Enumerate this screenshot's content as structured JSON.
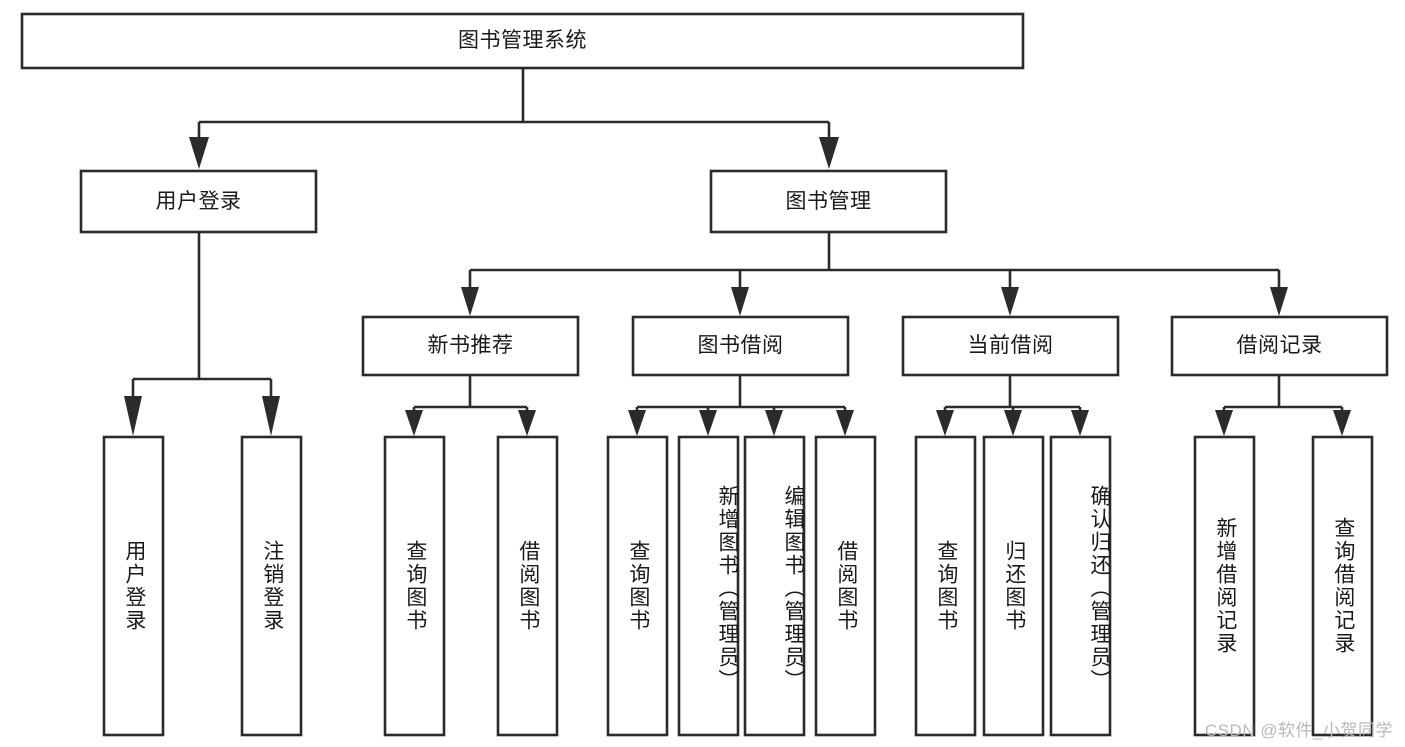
{
  "diagram": {
    "type": "tree",
    "title": "图书管理系统",
    "root": {
      "id": "root",
      "label": "图书管理系统",
      "orientation": "horizontal"
    },
    "level2": [
      {
        "id": "user-login",
        "label": "用户登录",
        "orientation": "horizontal"
      },
      {
        "id": "book-manage",
        "label": "图书管理",
        "orientation": "horizontal"
      }
    ],
    "level3": [
      {
        "id": "new-book-recommend",
        "label": "新书推荐",
        "orientation": "horizontal",
        "parent": "book-manage"
      },
      {
        "id": "book-borrow",
        "label": "图书借阅",
        "orientation": "horizontal",
        "parent": "book-manage"
      },
      {
        "id": "current-borrow",
        "label": "当前借阅",
        "orientation": "horizontal",
        "parent": "book-manage"
      },
      {
        "id": "borrow-record",
        "label": "借阅记录",
        "orientation": "horizontal",
        "parent": "book-manage"
      }
    ],
    "leaves": [
      {
        "id": "leaf-user-login",
        "label": "用户登录",
        "orientation": "vertical",
        "parent": "user-login"
      },
      {
        "id": "leaf-user-logout",
        "label": "注销登录",
        "orientation": "vertical",
        "parent": "user-login"
      },
      {
        "id": "leaf-query-book-1",
        "label": "查询图书",
        "orientation": "vertical",
        "parent": "new-book-recommend"
      },
      {
        "id": "leaf-borrow-book-1",
        "label": "借阅图书",
        "orientation": "vertical",
        "parent": "new-book-recommend"
      },
      {
        "id": "leaf-query-book-2",
        "label": "查询图书",
        "orientation": "vertical",
        "parent": "book-borrow"
      },
      {
        "id": "leaf-add-book",
        "label": "新增图书（管理员）",
        "orientation": "vertical",
        "parent": "book-borrow"
      },
      {
        "id": "leaf-edit-book",
        "label": "编辑图书（管理员）",
        "orientation": "vertical",
        "parent": "book-borrow"
      },
      {
        "id": "leaf-borrow-book-2",
        "label": "借阅图书",
        "orientation": "vertical",
        "parent": "book-borrow"
      },
      {
        "id": "leaf-query-book-3",
        "label": "查询图书",
        "orientation": "vertical",
        "parent": "current-borrow"
      },
      {
        "id": "leaf-return-book",
        "label": "归还图书",
        "orientation": "vertical",
        "parent": "current-borrow"
      },
      {
        "id": "leaf-confirm-return",
        "label": "确认归还（管理员）",
        "orientation": "vertical",
        "parent": "current-borrow"
      },
      {
        "id": "leaf-add-record",
        "label": "新增借阅记录",
        "orientation": "vertical",
        "parent": "borrow-record"
      },
      {
        "id": "leaf-query-record",
        "label": "查询借阅记录",
        "orientation": "vertical",
        "parent": "borrow-record"
      }
    ],
    "colors": {
      "stroke": "#2b2b2b",
      "fill": "#ffffff",
      "text": "#1a1a1a",
      "watermark": "#b9b9b9"
    }
  },
  "watermark": {
    "text": "CSDN @软件_小贺同学"
  }
}
